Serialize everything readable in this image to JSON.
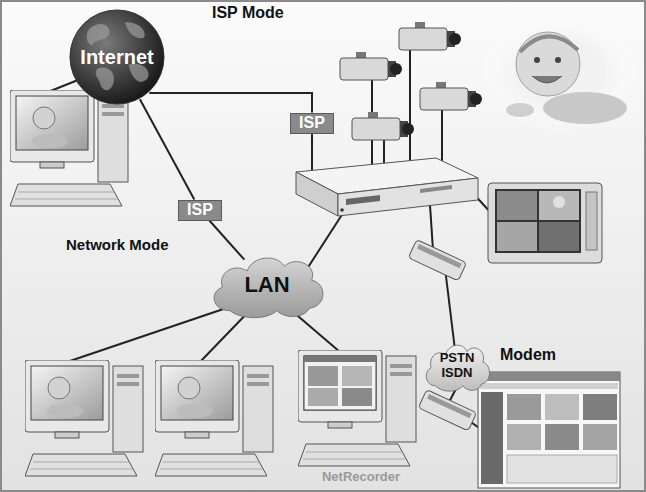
{
  "diagram": {
    "nodes": [
      {
        "text": [
          "Internet"
        ]
      },
      {
        "text": [
          "ISP"
        ]
      },
      {
        "text": [
          "ISP"
        ]
      },
      {
        "text": [
          "LAN"
        ]
      },
      {
        "text": [
          "PSTN ISDN"
        ]
      }
    ],
    "edges": [
      {
        "from": 0,
        "to": 1,
        "arrow": "none"
      },
      {
        "from": 0,
        "to": 2,
        "arrow": "none"
      },
      {
        "from": 2,
        "to": 3,
        "arrow": "none"
      }
    ],
    "labels": [
      "ISP Mode",
      "Network Mode",
      "Modem",
      "NetRecorder"
    ]
  }
}
